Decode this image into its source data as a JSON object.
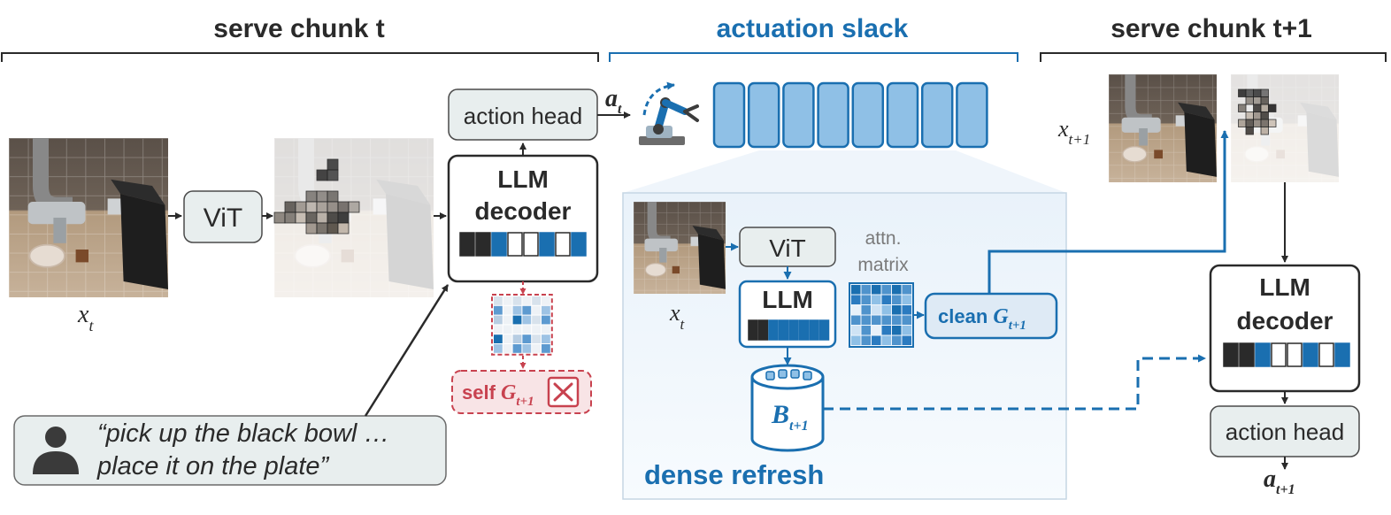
{
  "sections": {
    "serve_t": "serve chunk t",
    "slack": "actuation slack",
    "serve_t1": "serve chunk t+1"
  },
  "labels": {
    "vit": "ViT",
    "llm_decoder_1": "LLM",
    "llm_decoder_2": "decoder",
    "llm": "LLM",
    "action_head": "action head",
    "a": "a",
    "a_sub_t": "t",
    "a_sub_t1": "t+1",
    "x": "x",
    "x_sub_t": "t",
    "x_sub_t1": "t+1",
    "attn_1": "attn.",
    "attn_2": "matrix",
    "self_g": "self ",
    "clean_g": "clean ",
    "g": "G",
    "g_sub": "t+1",
    "b": "B",
    "b_sub": "t+1",
    "dense_refresh": "dense refresh",
    "prompt_1": "“pick up the black bowl …",
    "prompt_2": " place it on the plate”"
  },
  "colors": {
    "blue": "#1a6fb0",
    "light_blue": "#8fc0e6",
    "red": "#c8424f",
    "dark": "#2a2a2a",
    "box_fill": "#e8eeee",
    "panel_fill": "#f2f7fb"
  },
  "icons": [
    "robot-arm-icon",
    "person-icon",
    "database-icon",
    "close-box-icon"
  ]
}
